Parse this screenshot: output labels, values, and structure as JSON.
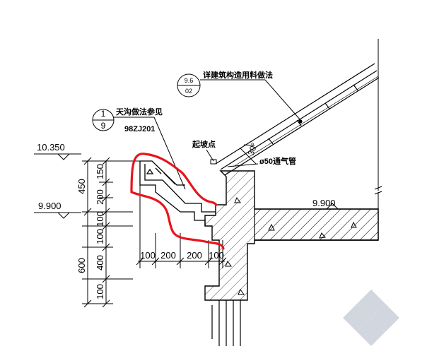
{
  "callouts": {
    "detail_top": {
      "num": "9.6",
      "den": "02"
    },
    "detail_top_text": "详建筑构造用料做法",
    "detail_left": {
      "num": "1",
      "den": "9"
    },
    "detail_left_text": "天沟做法参见",
    "detail_left_ref": "98ZJ201",
    "start_point": "起坡点",
    "vent_pipe": "ø50通气管",
    "angle_label": "30°"
  },
  "levels": {
    "top": "10.350",
    "mid_left": "9.900",
    "mid_right": "9.900"
  },
  "dimensions": {
    "vertical_outer": [
      "450",
      "600"
    ],
    "vertical_inner": [
      "150",
      "200",
      "100",
      "100",
      "400",
      "100"
    ],
    "horizontal": [
      "100",
      "200",
      "200",
      "100"
    ]
  },
  "colors": {
    "line": "#000000",
    "markup": "#e8141c",
    "hatch": "#000000",
    "watermark": "#c8cdd6"
  }
}
